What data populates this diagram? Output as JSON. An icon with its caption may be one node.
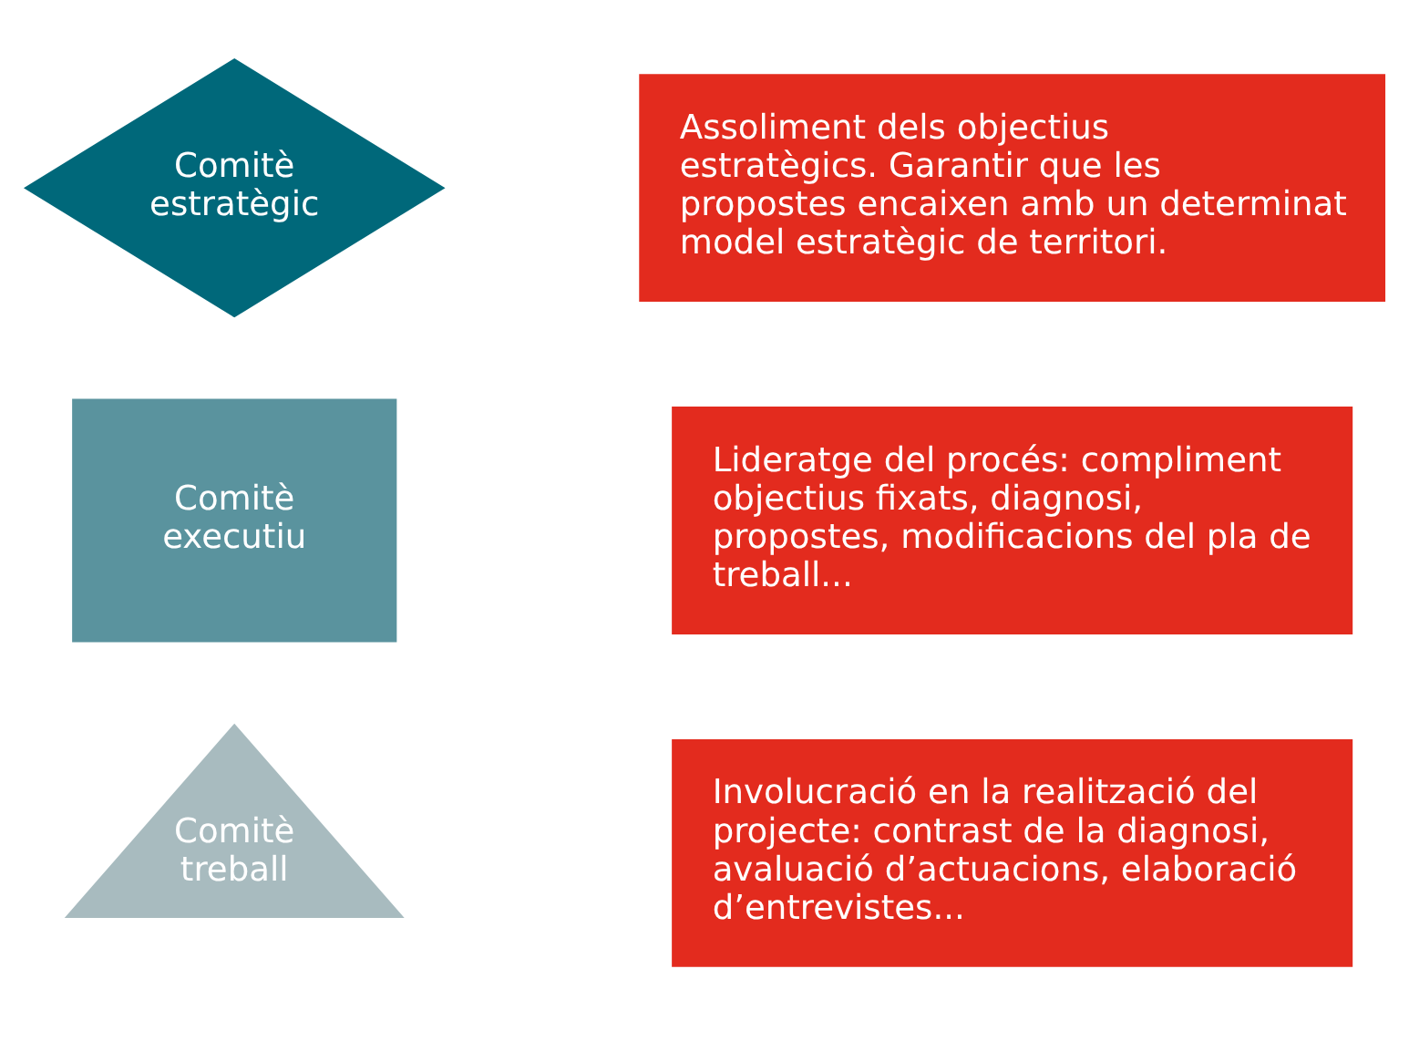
{
  "diagram": {
    "nodes": [
      {
        "text": [
          "Comitè estratègic"
        ]
      },
      {
        "text": [
          "Assoliment dels objectius estratègics. Garantir que les propostes encaixen amb un determinat model estratègic de territori."
        ]
      },
      {
        "text": [
          "Comitè executiu"
        ]
      },
      {
        "text": [
          "Lideratge del procés: compliment objectius fixats, diagnosi, propostes, modificacions del pla de treball..."
        ]
      },
      {
        "text": [
          "Comitè treball"
        ]
      },
      {
        "text": [
          "Involucració en la realització del projecte: contrast de la diagnosi, avaluació d’actuacions, elaboració d’entrevistes..."
        ]
      }
    ],
    "edges": []
  }
}
